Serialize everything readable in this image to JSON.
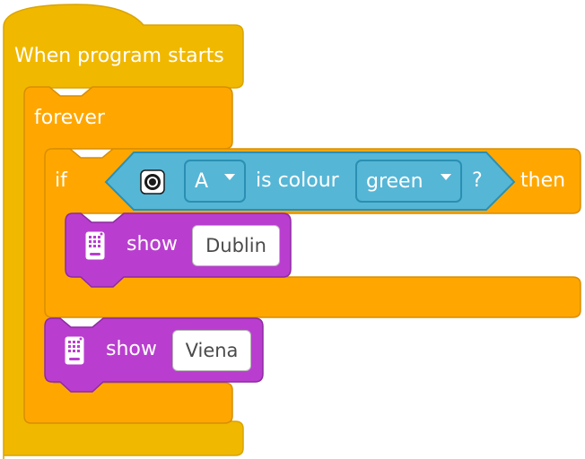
{
  "hat_block": {
    "label": "When program starts"
  },
  "forever_block": {
    "label": "forever"
  },
  "if_block": {
    "if_label": "if",
    "then_label": "then",
    "condition": {
      "sensor_icon": "color-sensor-icon",
      "port": "A",
      "text": "is colour",
      "color": "green",
      "question": "?"
    }
  },
  "show_block_1": {
    "label": "show",
    "value": "Dublin",
    "icon": "light-matrix-icon"
  },
  "show_block_2": {
    "label": "show",
    "value": "Viena",
    "icon": "light-matrix-icon"
  },
  "colors": {
    "events": "#f1b800",
    "control": "#ffa700",
    "sensor": "#56b6d6",
    "display": "#b93ecf"
  }
}
